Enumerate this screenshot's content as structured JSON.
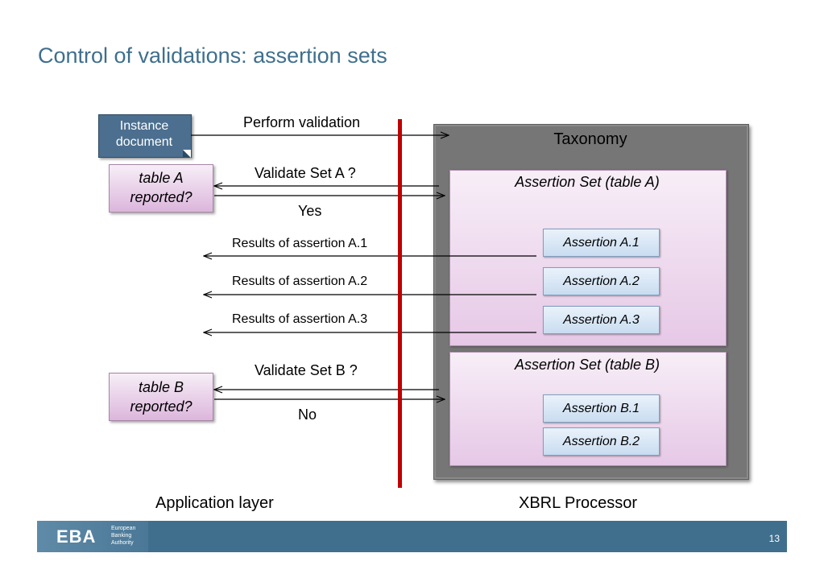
{
  "slide": {
    "title": "Control of validations: assertion sets",
    "page_number": "13"
  },
  "left_side": {
    "instance_document": "Instance document",
    "table_a_query": "table A reported?",
    "table_b_query": "table B reported?",
    "layer_label": "Application layer"
  },
  "right_side": {
    "taxonomy_label": "Taxonomy",
    "set_a_label": "Assertion Set (table A)",
    "set_b_label": "Assertion Set (table B)",
    "assertions_a": [
      "Assertion A.1",
      "Assertion A.2",
      "Assertion A.3"
    ],
    "assertions_b": [
      "Assertion B.1",
      "Assertion B.2"
    ],
    "layer_label": "XBRL Processor"
  },
  "messages": {
    "perform_validation": "Perform validation",
    "validate_set_a": "Validate Set A ?",
    "answer_a": "Yes",
    "results_a1": "Results of assertion A.1",
    "results_a2": "Results of assertion A.2",
    "results_a3": "Results of assertion A.3",
    "validate_set_b": "Validate Set B ?",
    "answer_b": "No"
  },
  "footer": {
    "logo": "EBA",
    "logo_subtitle": [
      "European",
      "Banking",
      "Authority"
    ]
  },
  "colors": {
    "title": "#3f6f8d",
    "divider": "#c00000",
    "taxonomy_box": "#767676",
    "assertion_set_fill": "#e6c8e6",
    "assertion_fill": "#c9dcf0",
    "instance_doc_fill": "#4c6f8f",
    "footer_bar": "#3f6f8d"
  }
}
